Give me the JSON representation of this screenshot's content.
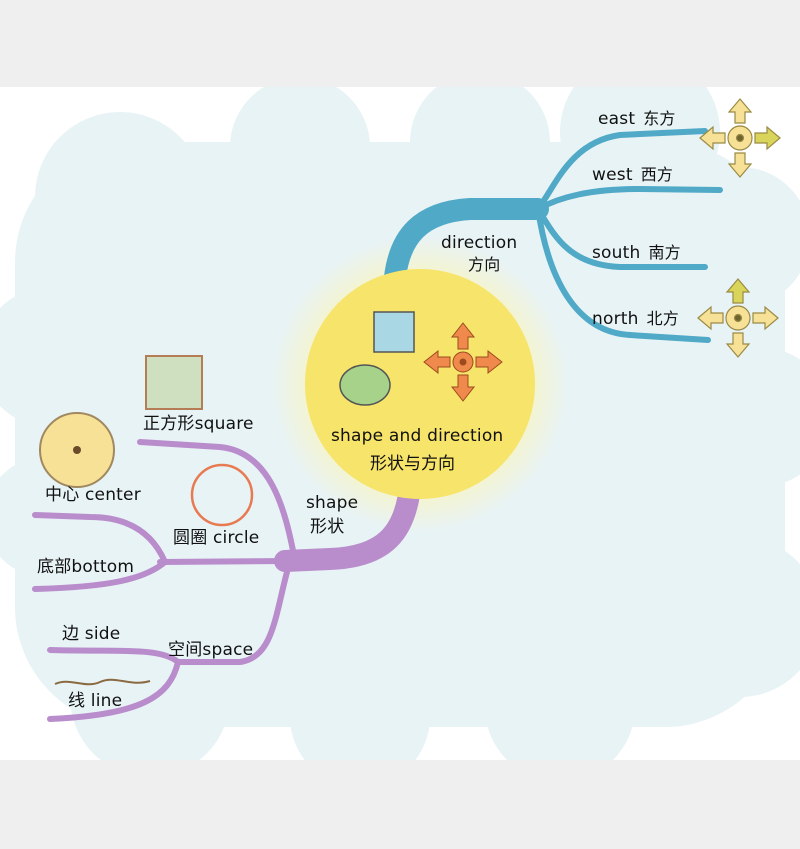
{
  "central": {
    "title": "shape and direction",
    "title_cn": "形状与方向"
  },
  "direction_branch": {
    "label": "direction",
    "label_cn": "方向",
    "color": "#4fa9c7",
    "children": [
      {
        "en": "east",
        "cn": "东方"
      },
      {
        "en": "west",
        "cn": "西方"
      },
      {
        "en": "south",
        "cn": "南方"
      },
      {
        "en": "north",
        "cn": "北方"
      }
    ]
  },
  "shape_branch": {
    "label": "shape",
    "label_cn": "形状",
    "color": "#b98ccc",
    "children": [
      {
        "text": "正方形square"
      },
      {
        "text": "中心 center"
      },
      {
        "text": "圆圈 circle"
      },
      {
        "text": "底部bottom"
      },
      {
        "text": "边 side"
      },
      {
        "text": "空间space"
      },
      {
        "text": "线 line"
      }
    ]
  },
  "colors": {
    "center_circle": "#f7e46a",
    "glow": "#fbf4b8",
    "cloud": "#e8f3f5",
    "orange_arrows": "#ef8a4c",
    "yellow_arrows": "#f6e196",
    "square_blue": "#a9d7e3",
    "ellipse_green": "#a6d28a"
  }
}
